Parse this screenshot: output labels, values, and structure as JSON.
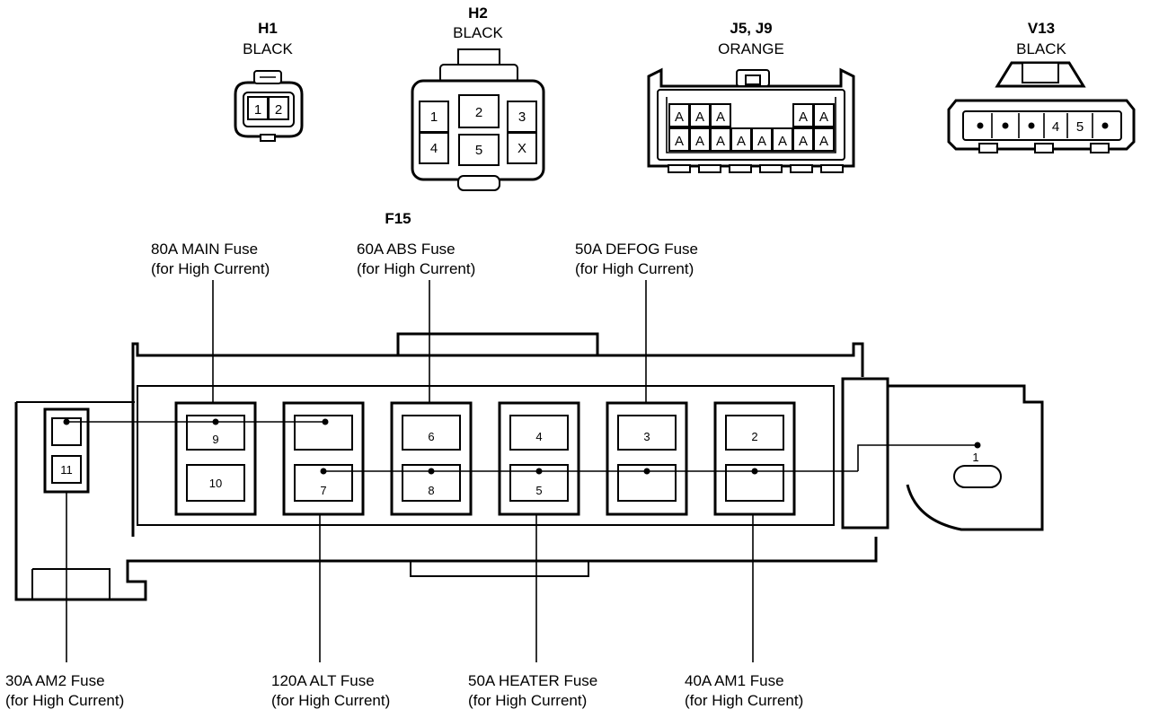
{
  "connectors": {
    "h1": {
      "name": "H1",
      "color": "BLACK",
      "pins": [
        "1",
        "2"
      ]
    },
    "h2": {
      "name": "H2",
      "color": "BLACK",
      "pins": [
        "1",
        "2",
        "3",
        "4",
        "5",
        "X"
      ]
    },
    "j5j9": {
      "name": "J5, J9",
      "color": "ORANGE",
      "top_pins": [
        "A",
        "A",
        "A",
        "A",
        "A"
      ],
      "bottom_pins": [
        "A",
        "A",
        "A",
        "A",
        "A",
        "A",
        "A",
        "A"
      ]
    },
    "v13": {
      "name": "V13",
      "color": "BLACK",
      "pins": [
        "4",
        "5"
      ]
    }
  },
  "fuse_block": {
    "name": "F15",
    "terminals": {
      "t1": "1",
      "t2": "2",
      "t3": "3",
      "t4": "4",
      "t5": "5",
      "t6": "6",
      "t7": "7",
      "t8": "8",
      "t9": "9",
      "t10": "10",
      "t11": "11"
    },
    "labels": {
      "main": {
        "line1": "80A MAIN Fuse",
        "line2": "(for High Current)"
      },
      "abs": {
        "line1": "60A ABS Fuse",
        "line2": "(for High Current)"
      },
      "defog": {
        "line1": "50A DEFOG Fuse",
        "line2": "(for High Current)"
      },
      "am2": {
        "line1": "30A AM2 Fuse",
        "line2": "(for High Current)"
      },
      "alt": {
        "line1": "120A ALT Fuse",
        "line2": "(for High Current)"
      },
      "heater": {
        "line1": "50A HEATER Fuse",
        "line2": "(for High Current)"
      },
      "am1": {
        "line1": "40A AM1 Fuse",
        "line2": "(for High Current)"
      }
    }
  }
}
